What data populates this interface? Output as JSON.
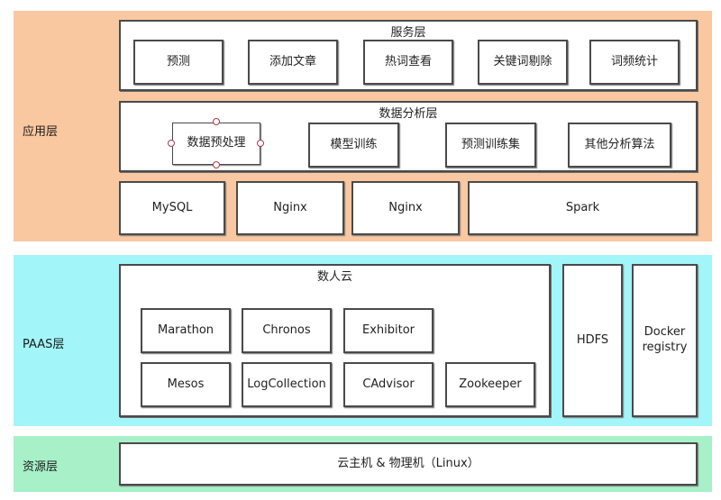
{
  "colors": {
    "application_layer": "#fac8a0",
    "paas_layer": "#a2f5f8",
    "resource_layer": "#a8f0c8",
    "border": "#4a4a4a"
  },
  "application_layer": {
    "label": "应用层",
    "service_layer": {
      "title": "服务层",
      "items": [
        "预测",
        "添加文章",
        "热词查看",
        "关键词剔除",
        "词频统计"
      ]
    },
    "analysis_layer": {
      "title": "数据分析层",
      "items": [
        "数据预处理",
        "模型训练",
        "预测训练集",
        "其他分析算法"
      ]
    },
    "storage": [
      "MySQL",
      "Nginx",
      "Nginx",
      "Spark"
    ]
  },
  "paas_layer": {
    "label": "PAAS层",
    "cloud": {
      "title": "数人云",
      "row1": [
        "Marathon",
        "Chronos",
        "Exhibitor"
      ],
      "row2": [
        "Mesos",
        "LogCollection",
        "CAdvisor",
        "Zookeeper"
      ]
    },
    "hdfs": "HDFS",
    "docker": "Docker registry"
  },
  "resource_layer": {
    "label": "资源层",
    "host": "云主机 & 物理机（Linux）"
  }
}
